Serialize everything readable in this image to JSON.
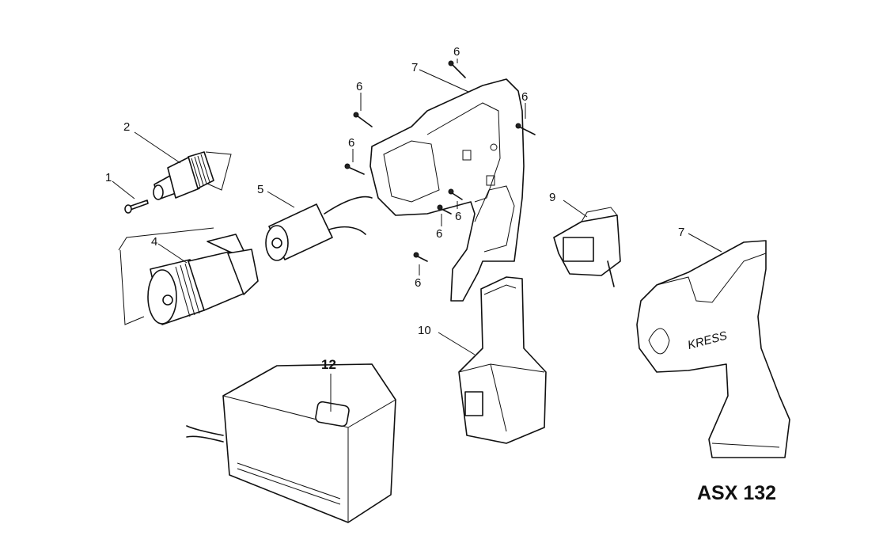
{
  "model_label": "ASX 132",
  "brand_text": "KRESS",
  "callouts": [
    {
      "id": "c1",
      "text": "1"
    },
    {
      "id": "c2",
      "text": "2"
    },
    {
      "id": "c4",
      "text": "4"
    },
    {
      "id": "c5",
      "text": "5"
    },
    {
      "id": "c6a",
      "text": "6"
    },
    {
      "id": "c6b",
      "text": "6"
    },
    {
      "id": "c6c",
      "text": "6"
    },
    {
      "id": "c6d",
      "text": "6"
    },
    {
      "id": "c6e",
      "text": "6"
    },
    {
      "id": "c6f",
      "text": "6"
    },
    {
      "id": "c6g",
      "text": "6"
    },
    {
      "id": "c7a",
      "text": "7"
    },
    {
      "id": "c7b",
      "text": "7"
    },
    {
      "id": "c9",
      "text": "9"
    },
    {
      "id": "c10",
      "text": "10"
    },
    {
      "id": "c12",
      "text": "12"
    }
  ]
}
